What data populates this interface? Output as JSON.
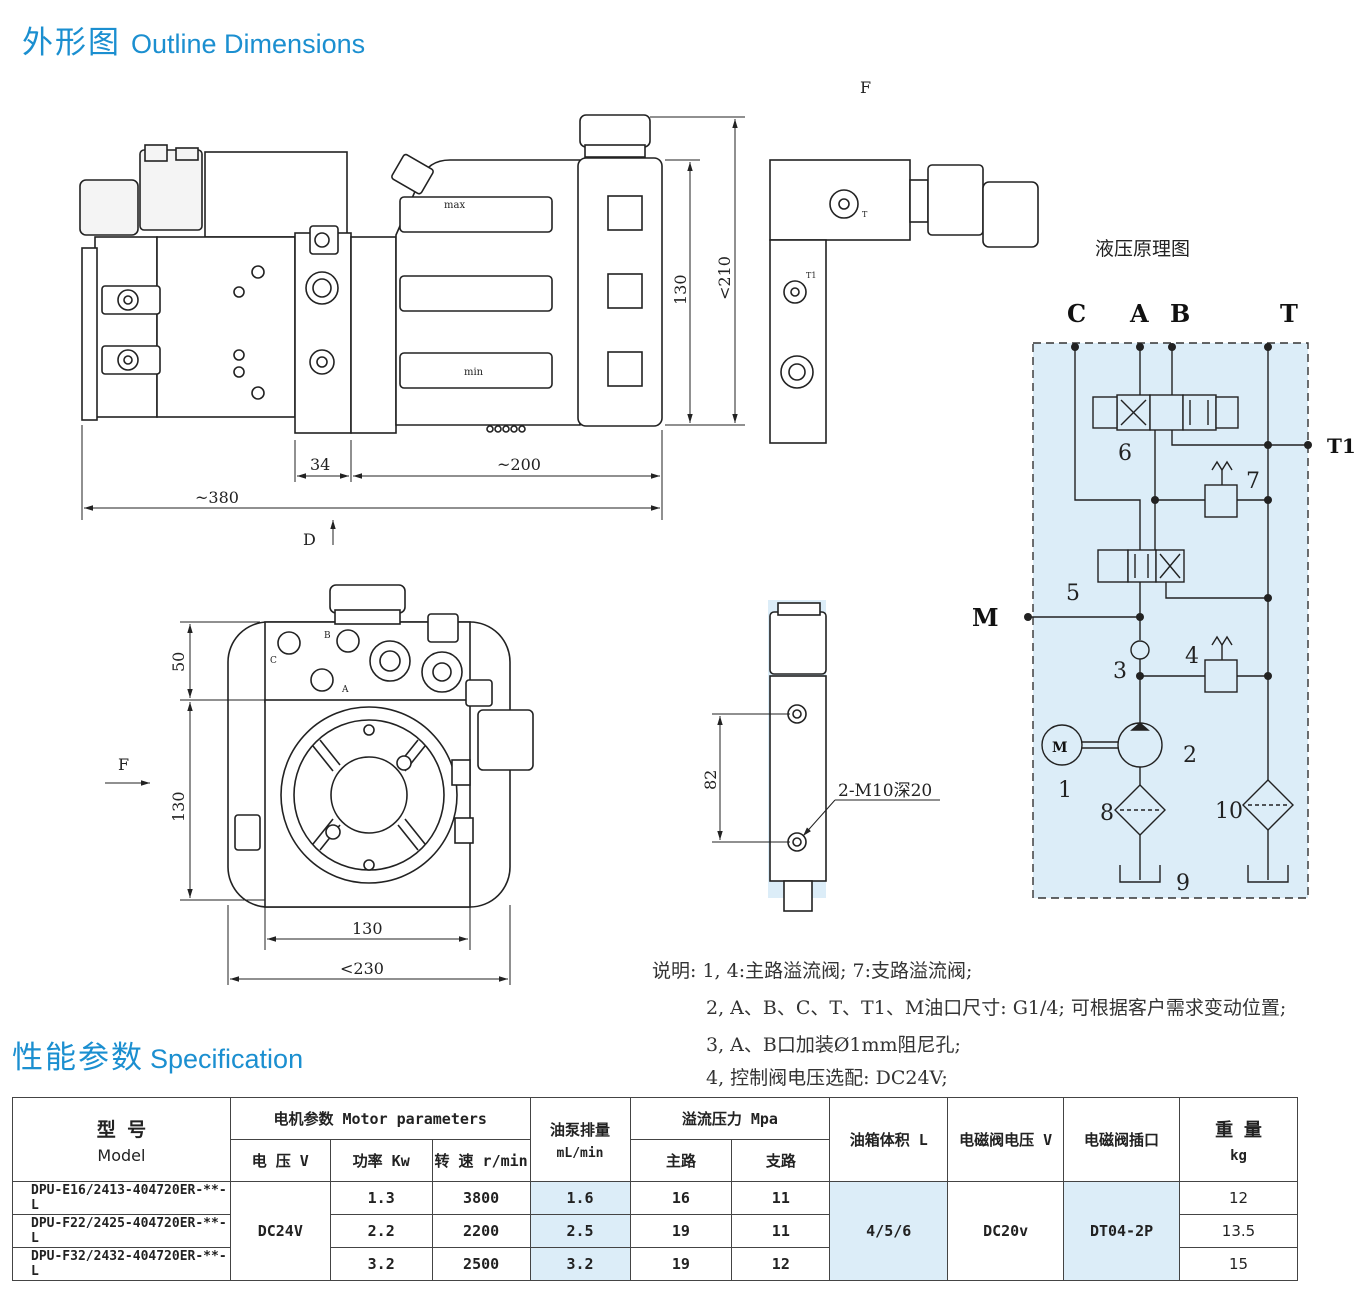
{
  "outline": {
    "zh": "外形图",
    "en": "Outline Dimensions"
  },
  "spec_title": {
    "zh": "性能参数",
    "en": "Specification"
  },
  "schematic": {
    "title": "液压原理图",
    "ports": {
      "C": "C",
      "A": "A",
      "B": "B",
      "T": "T",
      "T1": "T1",
      "M": "M"
    },
    "nums": [
      "1",
      "2",
      "3",
      "4",
      "5",
      "6",
      "7",
      "8",
      "9",
      "10"
    ],
    "motor": "M"
  },
  "dims": {
    "F": "F",
    "D": "D",
    "d34": "34",
    "d200": "~200",
    "d380": "~380",
    "d130": "130",
    "d210": "<210",
    "d50": "50",
    "d130b": "130",
    "d130c": "130",
    "d230": "<230",
    "d82": "82",
    "thread": "2-M10深20",
    "max": "max",
    "min": "min",
    "pT": "T",
    "pT1": "T1",
    "pA": "A",
    "pB": "B",
    "pC": "C"
  },
  "notes": [
    "说明: 1, 4:主路溢流阀;   7:支路溢流阀;",
    "2, A、B、C、T、T1、M油口尺寸: G1/4; 可根据客户需求变动位置;",
    "3, A、B口加装Ø1mm阻尼孔;",
    "4, 控制阀电压选配: DC24V;"
  ],
  "table": {
    "h_model": "型 号",
    "h_model_en": "Model",
    "h_motor": "电机参数 Motor parameters",
    "h_voltage": "电 压 V",
    "h_power": "功率 Kw",
    "h_speed": "转 速 r/min",
    "h_pump": "油泵排量",
    "h_pump_unit": "mL/min",
    "h_relief": "溢流压力   Mpa",
    "h_main": "主路",
    "h_branch": "支路",
    "h_tank": "油箱体积 L",
    "h_valve_v": "电磁阀电压 V",
    "h_valve_plug": "电磁阀插口",
    "h_weight": "重   量",
    "h_weight_unit": "kg",
    "rows": [
      {
        "model": "DPU-E16/2413-404720ER-**-L",
        "power": "1.3",
        "speed": "3800",
        "pump": "1.6",
        "main": "16",
        "branch": "11",
        "weight": "12"
      },
      {
        "model": "DPU-F22/2425-404720ER-**-L",
        "power": "2.2",
        "speed": "2200",
        "pump": "2.5",
        "main": "19",
        "branch": "11",
        "weight": "13.5"
      },
      {
        "model": "DPU-F32/2432-404720ER-**-L",
        "power": "3.2",
        "speed": "2500",
        "pump": "3.2",
        "main": "19",
        "branch": "12",
        "weight": "15"
      }
    ],
    "voltage": "DC24V",
    "tank": "4/5/6",
    "valve_v": "DC20v",
    "plug": "DT04-2P"
  }
}
